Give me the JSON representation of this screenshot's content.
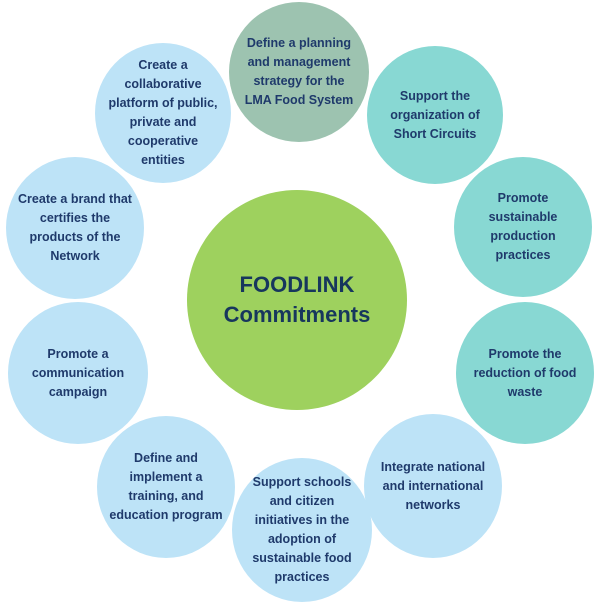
{
  "center": {
    "label": "FOODLINK\nCommitments",
    "color": "#9ed15e"
  },
  "colors": {
    "light_blue": "#bde3f7",
    "teal": "#88d8d3",
    "gray_green": "#9dc3b0",
    "text": "#1f3a6b"
  },
  "commitments": [
    {
      "id": "planning",
      "label": "Define a planning\nand management\nstrategy for the\nLMA Food System",
      "color": "#9dc3b0"
    },
    {
      "id": "short-circuits",
      "label": "Support the\norganization of\nShort Circuits",
      "color": "#88d8d3"
    },
    {
      "id": "sustainable-production",
      "label": "Promote\nsustainable\nproduction\npractices",
      "color": "#88d8d3"
    },
    {
      "id": "food-waste",
      "label": "Promote the\nreduction of food\nwaste",
      "color": "#88d8d3"
    },
    {
      "id": "networks",
      "label": "Integrate national\nand international\nnetworks",
      "color": "#bde3f7"
    },
    {
      "id": "schools",
      "label": "Support schools\nand citizen\ninitiatives in the\nadoption of\nsustainable food\npractices",
      "color": "#bde3f7"
    },
    {
      "id": "training",
      "label": "Define and\nimplement a\ntraining, and\neducation program",
      "color": "#bde3f7"
    },
    {
      "id": "communication",
      "label": "Promote a\ncommunication\ncampaign",
      "color": "#bde3f7"
    },
    {
      "id": "brand",
      "label": "Create a brand that\ncertifies the\nproducts of the\nNetwork",
      "color": "#bde3f7"
    },
    {
      "id": "collaborative-platform",
      "label": "Create a\ncollaborative\nplatform of public,\nprivate and\ncooperative\nentities",
      "color": "#bde3f7"
    }
  ]
}
